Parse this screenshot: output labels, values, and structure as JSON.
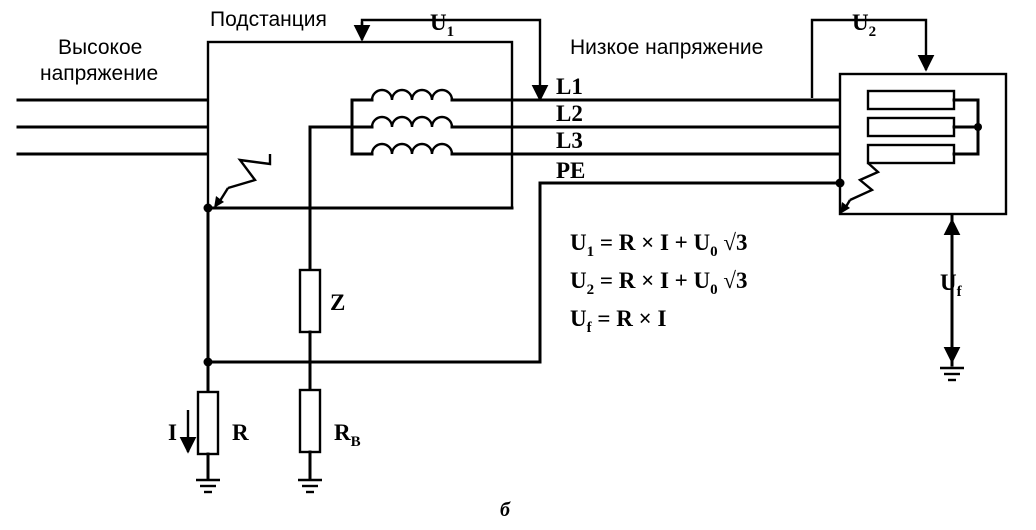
{
  "labels": {
    "high_voltage_line1": "Высокое",
    "high_voltage_line2": "напряжение",
    "substation": "Подстанция",
    "low_voltage": "Низкое напряжение",
    "u1": "U",
    "u1_sub": "1",
    "u2": "U",
    "u2_sub": "2",
    "uf": "U",
    "uf_sub": "f",
    "l1": "L1",
    "l2": "L2",
    "l3": "L3",
    "pe": "PE",
    "z": "Z",
    "r": "R",
    "rb": "R",
    "rb_sub": "B",
    "current": "I",
    "caption": "б"
  },
  "equations": {
    "eq1_lhs": "U",
    "eq1_lhs_sub": "1",
    "eq1_rhs_a": " = R × I + U",
    "eq1_rhs_sub": "0",
    "eq1_rhs_b": " √3",
    "eq2_lhs": "U",
    "eq2_lhs_sub": "2",
    "eq2_rhs_a": " = R × I + U",
    "eq2_rhs_sub": "0",
    "eq2_rhs_b": " √3",
    "eq3_lhs": "U",
    "eq3_lhs_sub": "f",
    "eq3_rhs": " = R × I"
  }
}
